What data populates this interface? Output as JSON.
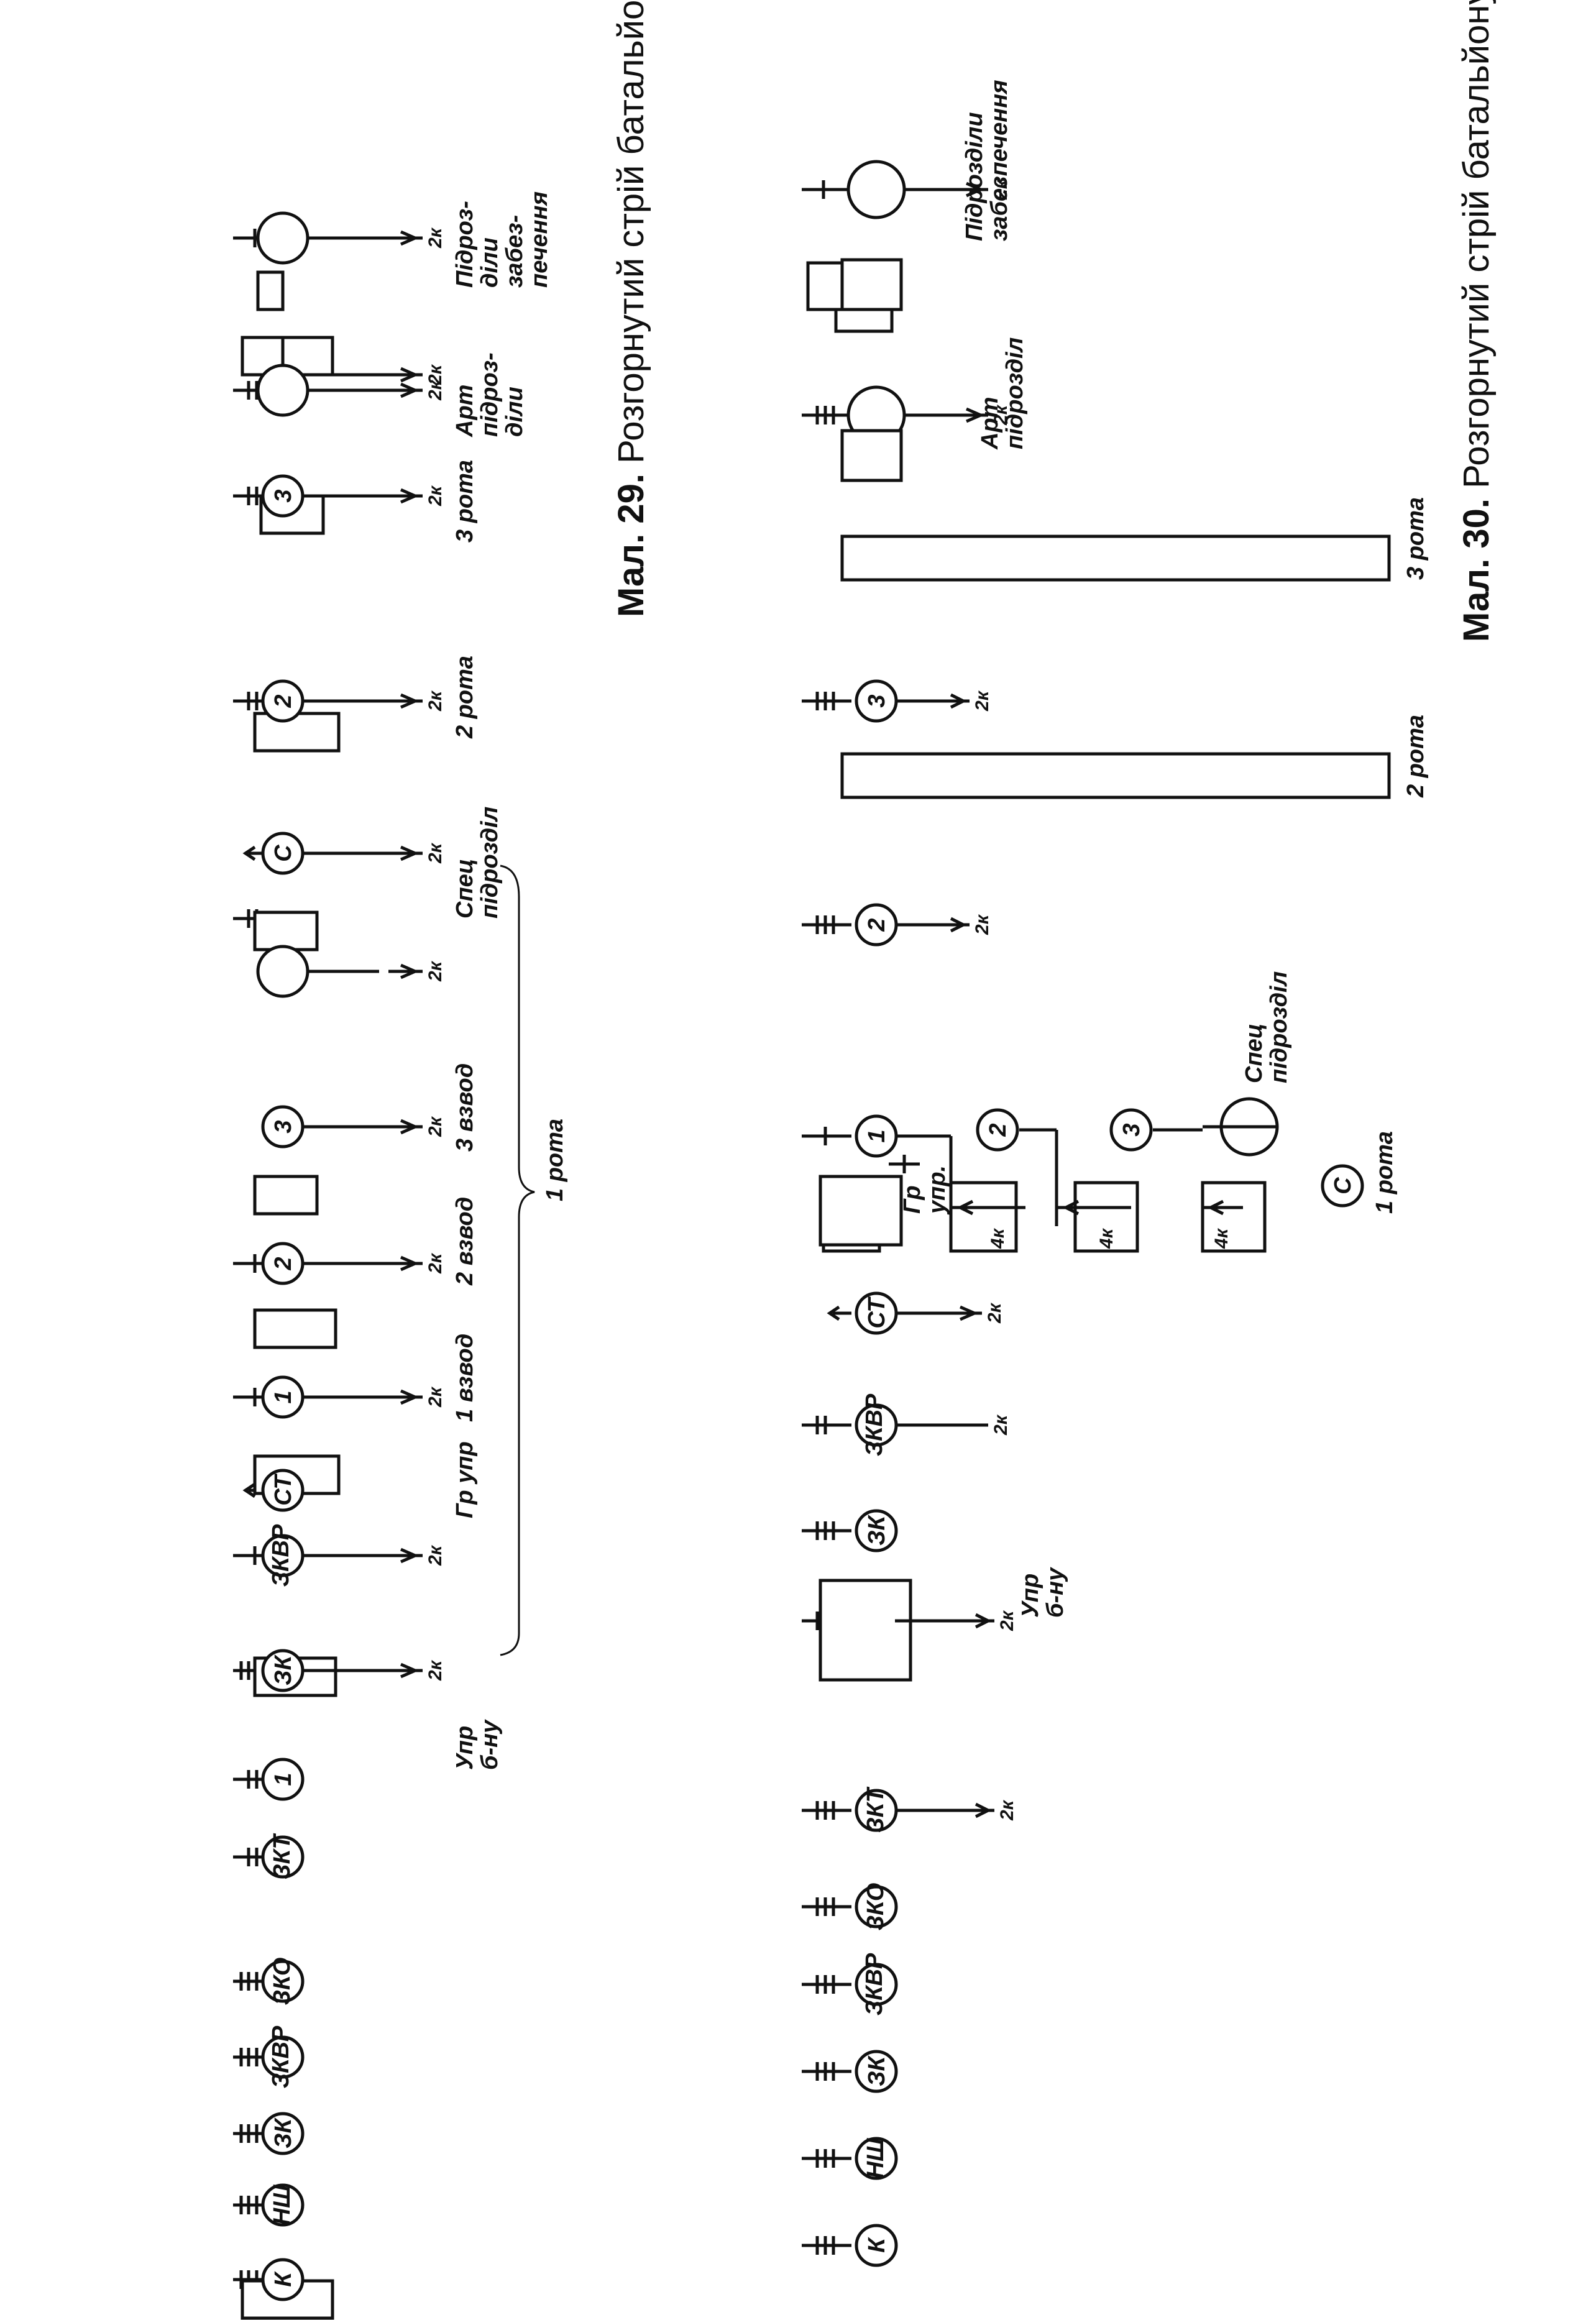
{
  "fig29": {
    "number": "Мал. 29.",
    "title": " Розгорнутий стрій батальйону – лінія взводних колон",
    "circles": {
      "c3": "3",
      "c2": "2",
      "cs": "С",
      "cz3": "3",
      "cz2": "2",
      "cz1": "1",
      "cst": "СТ",
      "czkvr": "ЗКВР",
      "czk": "ЗК",
      "c1b": "1",
      "czkt": "ЗКТ",
      "czko": "ЗКО",
      "czkvr2": "ЗКВР",
      "czk2": "ЗК",
      "cnsh": "НШ",
      "ck": "К"
    },
    "labels": {
      "pidrozdily": [
        "Підроз-",
        "діли",
        "забез-",
        "печення"
      ],
      "art": [
        "Арт",
        "підроз-",
        "діли"
      ],
      "rota3": "3 рота",
      "rota2": "2 рота",
      "spec": [
        "Спец",
        "підрозділ"
      ],
      "vzvod3": "3 взвод",
      "vzvod2": "2 взвод",
      "vzvod1": "1 взвод",
      "grupr": "Гр упр",
      "upr": [
        "Упр",
        "б-ну"
      ],
      "rota1": "1 рота"
    },
    "dim": "2к"
  },
  "fig30": {
    "number": "Мал. 30.",
    "title": " Розгорнутий стрій батальйону – лінія ротних колон",
    "circles": {
      "c3": "3",
      "c2": "2",
      "c1": "1",
      "cz2": "2",
      "cz3": "3",
      "cs": "С",
      "cst": "СТ",
      "czkvr": "ЗКВР",
      "czk": "ЗК",
      "c1b": "1",
      "czkt": "ЗКТ",
      "czko": "ЗКО",
      "czkvr2": "ЗКВР",
      "czk2": "ЗК",
      "cnsh": "НШ",
      "ck": "К"
    },
    "labels": {
      "pidrozdily": [
        "Підрозділи",
        "забезпечення"
      ],
      "art": [
        "Арт",
        "підрозділ"
      ],
      "rota3": "3 рота",
      "rota2": "2 рота",
      "gr": [
        "Гр",
        "упр."
      ],
      "spec": [
        "Спец",
        "підрозділ"
      ],
      "rota1": "1 рота",
      "upr": [
        "Упр",
        "б-ну"
      ]
    },
    "dim": "2к",
    "dim4": "4к"
  }
}
